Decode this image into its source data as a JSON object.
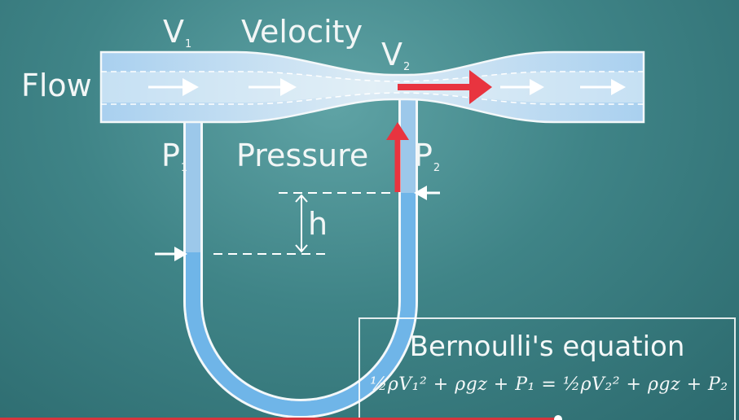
{
  "labels": {
    "flow": "Flow",
    "v1_main": "V",
    "v1_sub": "1",
    "velocity": "Velocity",
    "v2_main": "V",
    "v2_sub": "2",
    "p1_main": "P",
    "p1_sub": "1",
    "pressure": "Pressure",
    "p2_main": "P",
    "p2_sub": "2",
    "h": "h"
  },
  "equation": {
    "title": "Bernoulli's equation",
    "formula": "½ρV₁² + ρgz + P₁ = ½ρV₂² + ρgz + P₂"
  },
  "colors": {
    "pipe_fill": "#b9dcf0",
    "water": "#6fb5e8",
    "arrow_red": "#e8343f",
    "arrow_white": "#ffffff"
  },
  "video_progress": {
    "fraction": 0.755
  }
}
